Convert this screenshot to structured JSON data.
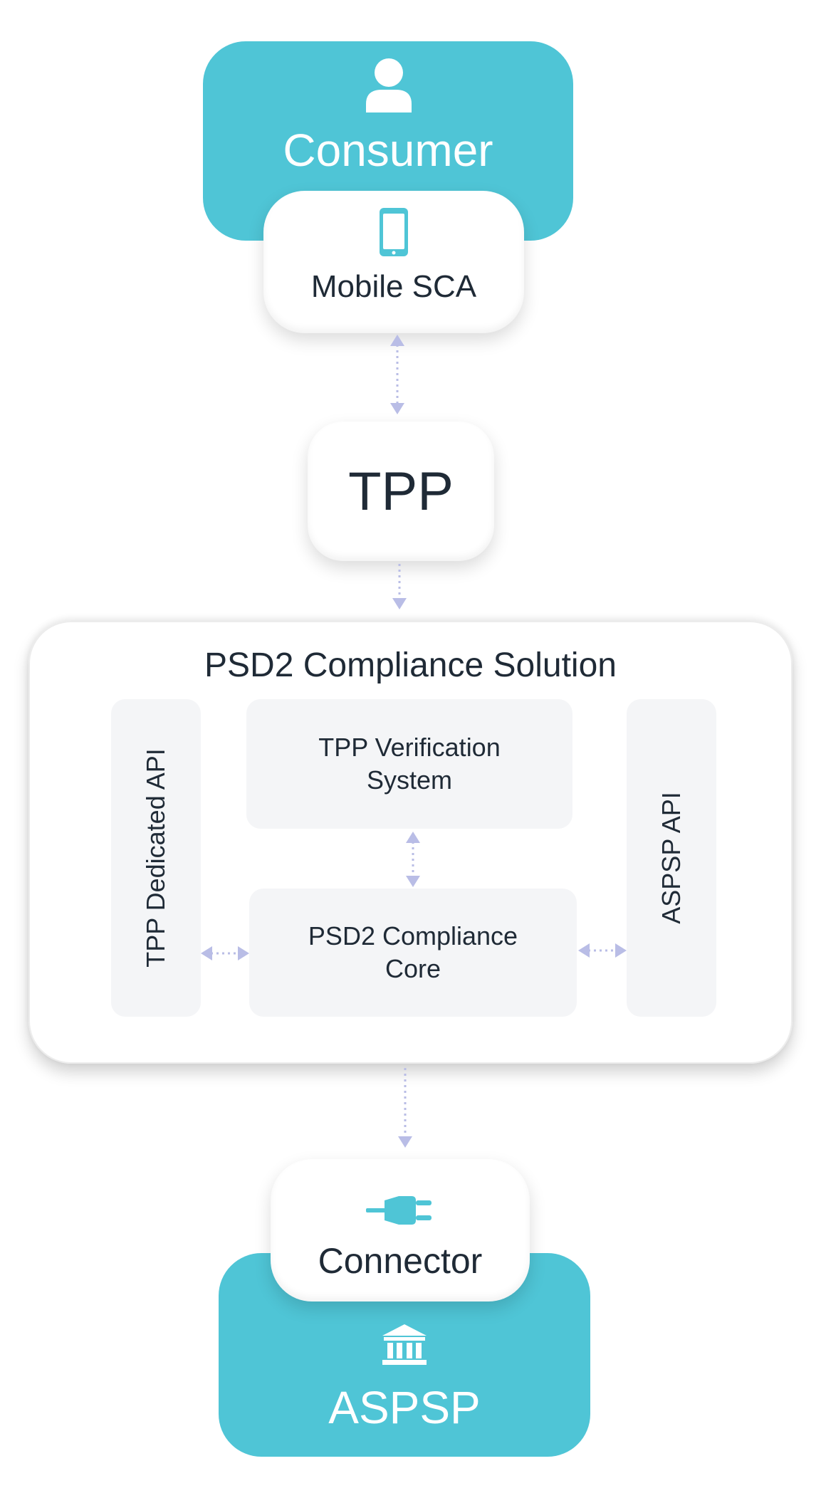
{
  "consumer": {
    "label": "Consumer",
    "icon": "user-icon"
  },
  "mobile_sca": {
    "label": "Mobile SCA",
    "icon": "smartphone-icon"
  },
  "tpp": {
    "label": "TPP"
  },
  "solution": {
    "title": "PSD2 Compliance Solution",
    "tpp_dedicated_api": "TPP Dedicated API",
    "tpp_verification_line1": "TPP Verification",
    "tpp_verification_line2": "System",
    "core_line1": "PSD2 Compliance",
    "core_line2": "Core",
    "aspsp_api": "ASPSP API"
  },
  "connector": {
    "label": "Connector",
    "icon": "plug-icon"
  },
  "aspsp": {
    "label": "ASPSP",
    "icon": "bank-icon"
  },
  "colors": {
    "teal": "#4fc5d6",
    "arrow": "#b9bde6",
    "text": "#1f2a36",
    "panel": "#f4f5f7"
  }
}
